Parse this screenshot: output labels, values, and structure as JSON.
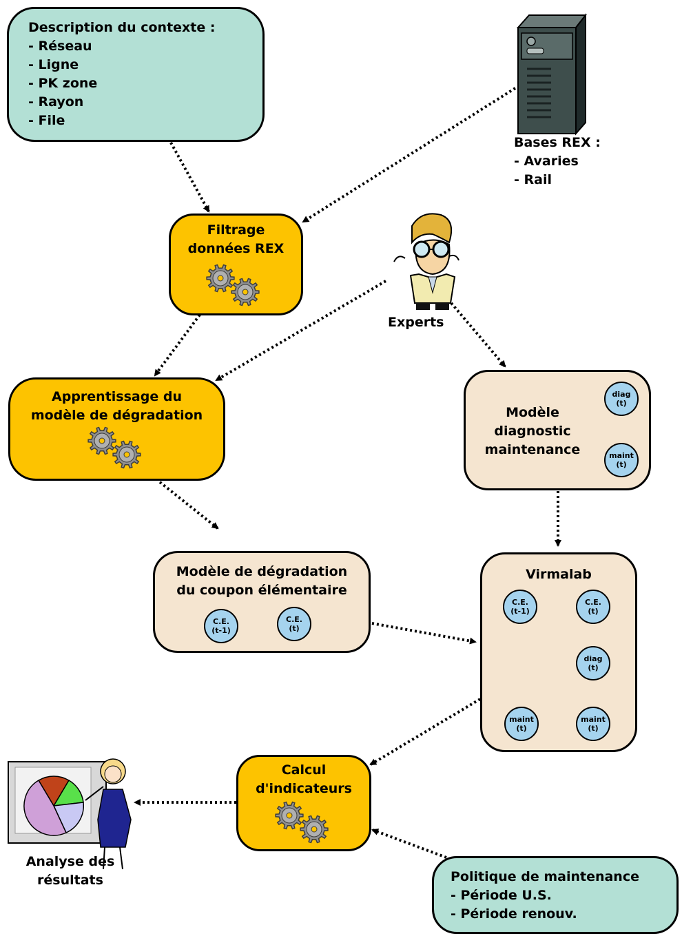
{
  "context_box": {
    "title": "Description du contexte :",
    "items": [
      "- Réseau",
      "- Ligne",
      "- PK zone",
      "- Rayon",
      "- File"
    ]
  },
  "rex_bases": {
    "title": "Bases REX :",
    "items": [
      "- Avaries",
      "- Rail"
    ]
  },
  "filtering": {
    "line1": "Filtrage",
    "line2": "données REX"
  },
  "experts": {
    "label": "Experts"
  },
  "learning": {
    "line1": "Apprentissage du",
    "line2": "modèle de dégradation"
  },
  "diag_model": {
    "line1": "Modèle",
    "line2": "diagnostic",
    "line3": "maintenance",
    "node_diag": [
      "diag",
      "(t)"
    ],
    "node_maint": [
      "maint",
      "(t)"
    ]
  },
  "coupon_model": {
    "line1": "Modèle de dégradation",
    "line2": "du coupon élémentaire",
    "node_ce_prev": [
      "C.E.",
      "(t-1)"
    ],
    "node_ce": [
      "C.E.",
      "(t)"
    ]
  },
  "virmalab": {
    "title": "Virmalab",
    "node_ce_prev": [
      "C.E.",
      "(t-1)"
    ],
    "node_ce": [
      "C.E.",
      "(t)"
    ],
    "node_diag": [
      "diag",
      "(t)"
    ],
    "node_maint_left": [
      "maint",
      "(t)"
    ],
    "node_maint_right": [
      "maint",
      "(t)"
    ]
  },
  "indicators": {
    "line1": "Calcul",
    "line2": "d'indicateurs"
  },
  "analysis": {
    "line1": "Analyse des",
    "line2": "résultats"
  },
  "policy": {
    "title": "Politique de maintenance",
    "items": [
      "- Période U.S.",
      "- Période renouv."
    ]
  },
  "colors": {
    "teal_box": "#b3e0d5",
    "gold_box": "#fdc300",
    "beige_box": "#f5e5d0",
    "node_fill": "#a5d3ee",
    "red_edge": "#c8102e"
  }
}
